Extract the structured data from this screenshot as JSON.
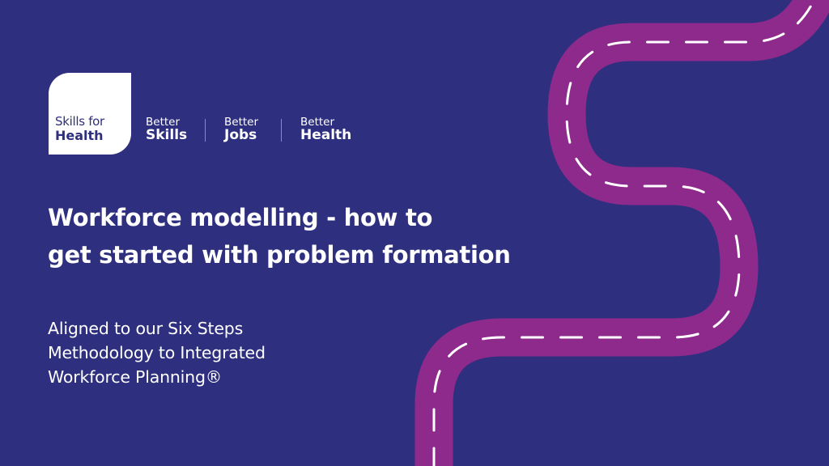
{
  "logo": {
    "line1": "Skills for",
    "line2": "Health"
  },
  "taglines": [
    {
      "small": "Better",
      "big": "Skills"
    },
    {
      "small": "Better",
      "big": "Jobs"
    },
    {
      "small": "Better",
      "big": "Health"
    }
  ],
  "title": {
    "line1": "Workforce modelling - how to",
    "line2": "get started with problem formation"
  },
  "subtitle": {
    "line1": "Aligned to our Six Steps",
    "line2": "Methodology to Integrated",
    "line3": "Workforce Planning®"
  },
  "colors": {
    "background": "#2e2f7f",
    "road": "#8e2a8c",
    "road_markings": "#ffffff",
    "text": "#ffffff"
  }
}
